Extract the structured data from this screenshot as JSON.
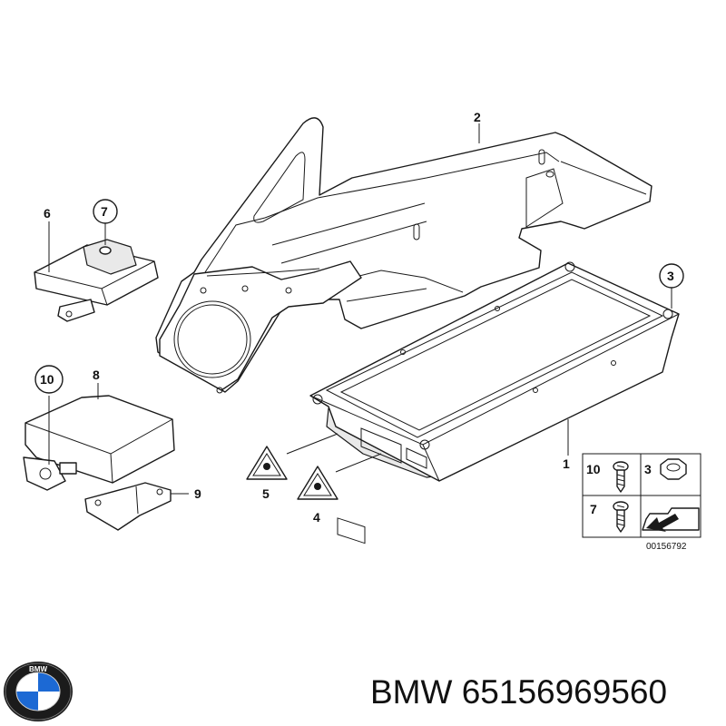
{
  "callouts": [
    "1",
    "2",
    "3",
    "4",
    "5",
    "6",
    "7",
    "8",
    "9",
    "10"
  ],
  "legend": {
    "items": [
      "10",
      "3",
      "7"
    ]
  },
  "diagram_code": "00156792",
  "caption": {
    "brand": "BMW",
    "part_number": "65156969560"
  },
  "logo": {
    "text": "BMW",
    "colors": {
      "ring": "#1b1b1b",
      "blue": "#1c69d4",
      "white": "#ffffff"
    }
  }
}
